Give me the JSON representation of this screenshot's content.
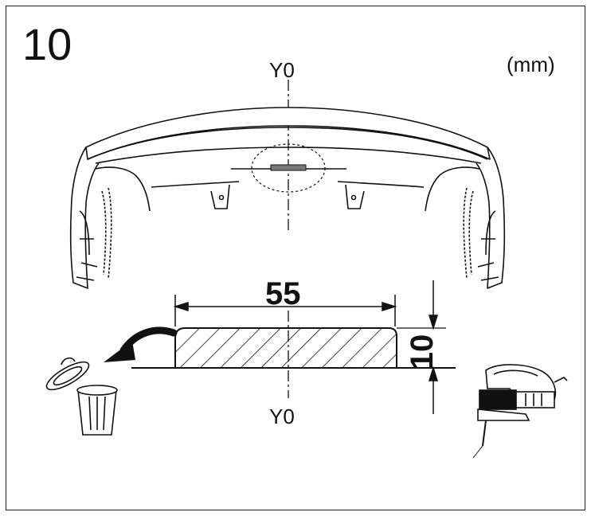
{
  "step": {
    "number": "10"
  },
  "unit_label": "(mm)",
  "axis": {
    "top_label": "Y0",
    "bottom_label": "Y0"
  },
  "dimensions": {
    "width": "55",
    "height": "10"
  },
  "icons": [
    "bumper-illustration",
    "trash-can-icon",
    "jigsaw-icon",
    "discard-arrow-icon"
  ]
}
